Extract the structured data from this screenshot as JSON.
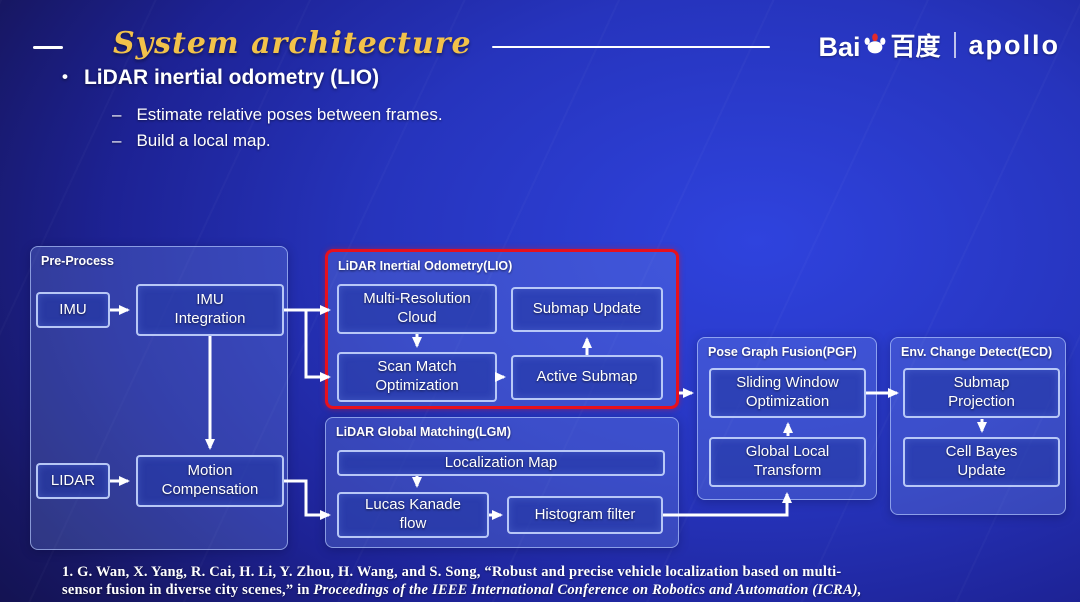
{
  "slide": {
    "title": "System architecture",
    "bullet_marker": "•",
    "dash_marker": "–",
    "bullet": "LiDAR inertial odometry (LIO)",
    "sub_bullets": [
      "Estimate relative poses between frames.",
      "Build a local map."
    ]
  },
  "logos": {
    "baidu_text": "Bai",
    "baidu_cn": "百度",
    "apollo": "apollo"
  },
  "diagram": {
    "preprocess": {
      "title": "Pre-Process",
      "imu": "IMU",
      "imu_integration": "IMU Integration",
      "lidar": "LIDAR",
      "motion_compensation": "Motion Compensation"
    },
    "lio": {
      "title": "LiDAR Inertial Odometry(LIO)",
      "multi_resolution_cloud": "Multi-Resolution Cloud",
      "submap_update": "Submap Update",
      "scan_match_optimization": "Scan Match Optimization",
      "active_submap": "Active Submap"
    },
    "lgm": {
      "title": "LiDAR Global Matching(LGM)",
      "localization_map": "Localization Map",
      "lucas_kanade_flow": "Lucas Kanade flow",
      "histogram_filter": "Histogram filter"
    },
    "pgf": {
      "title": "Pose Graph Fusion(PGF)",
      "sliding_window_optimization": "Sliding Window Optimization",
      "global_local_transform": "Global Local Transform"
    },
    "ecd": {
      "title": "Env. Change Detect(ECD)",
      "submap_projection": "Submap Projection",
      "cell_bayes_update": "Cell Bayes Update"
    }
  },
  "footer": {
    "citation_line1": "1. G. Wan, X. Yang, R. Cai, H. Li, Y. Zhou, H. Wang, and S. Song, “Robust and precise vehicle localization based on multi-",
    "citation_line2_normal": "sensor fusion in diverse city scenes,” in ",
    "citation_line2_italic": "Proceedings of the IEEE International Conference on Robotics and Automation (ICRA),"
  },
  "colors": {
    "title_gold": "#f2c24a",
    "background_blue": "#2634bd",
    "highlight_red": "#e8101c",
    "arrow_white": "#ffffff"
  }
}
